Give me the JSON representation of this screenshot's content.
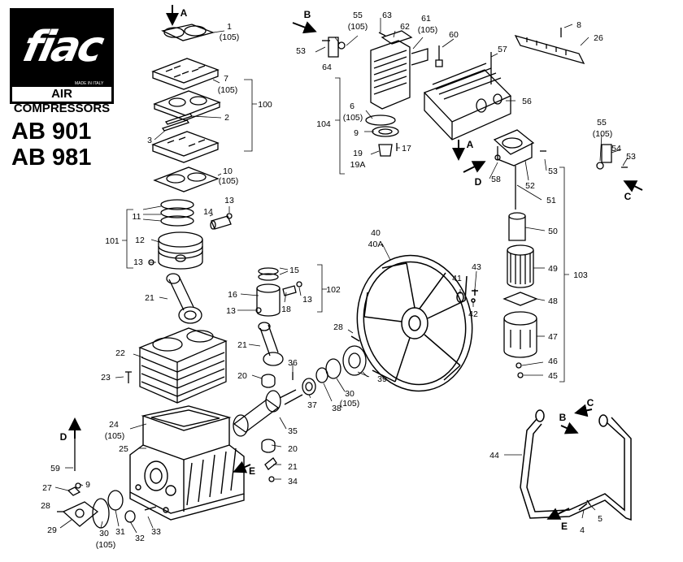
{
  "brand": {
    "logo_text": "fiac",
    "logo_small": "MADE IN ITALY",
    "tagline": "AIR COMPRESSORS",
    "models": [
      "AB 901",
      "AB 981"
    ]
  },
  "callouts": {
    "n1": "1",
    "n105a": "(105)",
    "n7": "7",
    "n105b": "(105)",
    "n2": "2",
    "n3": "3",
    "n10": "10",
    "n105c": "(105)",
    "n100": "100",
    "n11": "11",
    "n13a": "13",
    "n14": "14",
    "n101": "101",
    "n12": "12",
    "n13b": "13",
    "n21a": "21",
    "n15": "15",
    "n16": "16",
    "n18": "18",
    "n13c": "13",
    "n13d": "13",
    "n102": "102",
    "n21b": "21",
    "n22": "22",
    "n23": "23",
    "n20a": "20",
    "n36": "36",
    "n24": "24",
    "n105d": "(105)",
    "n25": "25",
    "n35": "35",
    "n37": "37",
    "n38": "38",
    "n30a": "30",
    "n105e": "(105)",
    "n20b": "20",
    "n21c": "21",
    "n34": "34",
    "n59": "59",
    "n27": "27",
    "n9a": "9",
    "n28a": "28",
    "n29": "29",
    "n30b": "30",
    "n105f": "(105)",
    "n31": "31",
    "n32": "32",
    "n33": "33",
    "n40": "40",
    "n40A": "40A",
    "n28b": "28",
    "n39": "39",
    "n41": "41",
    "n43": "43",
    "n42": "42",
    "n53a": "53",
    "n64": "64",
    "n55a": "55",
    "n105g": "(105)",
    "n63": "63",
    "n62": "62",
    "n61": "61",
    "n105h": "(105)",
    "n60": "60",
    "n8": "8",
    "n26": "26",
    "n57": "57",
    "n56": "56",
    "n104": "104",
    "n6": "6",
    "n105i": "(105)",
    "n9b": "9",
    "n17": "17",
    "n19": "19",
    "n19A": "19A",
    "n55b": "55",
    "n105j": "(105)",
    "n54": "54",
    "n53b": "53",
    "n53c": "53",
    "n58": "58",
    "n52": "52",
    "n51": "51",
    "n50": "50",
    "n49": "49",
    "n48": "48",
    "n47": "47",
    "n46": "46",
    "n45": "45",
    "n103": "103",
    "n44": "44",
    "n4": "4",
    "n5": "5"
  },
  "arrow_letters": {
    "a_top": "A",
    "b_top": "B",
    "a_mid": "A",
    "c_right": "C",
    "d_mid": "D",
    "d_bottom": "D",
    "e_mid": "E",
    "b_pipe": "B",
    "c_pipe": "C",
    "e_pipe": "E"
  },
  "colors": {
    "ink": "#000000",
    "paper": "#ffffff"
  },
  "icons": [
    "fiac-logo",
    "direction-arrow-icon"
  ]
}
